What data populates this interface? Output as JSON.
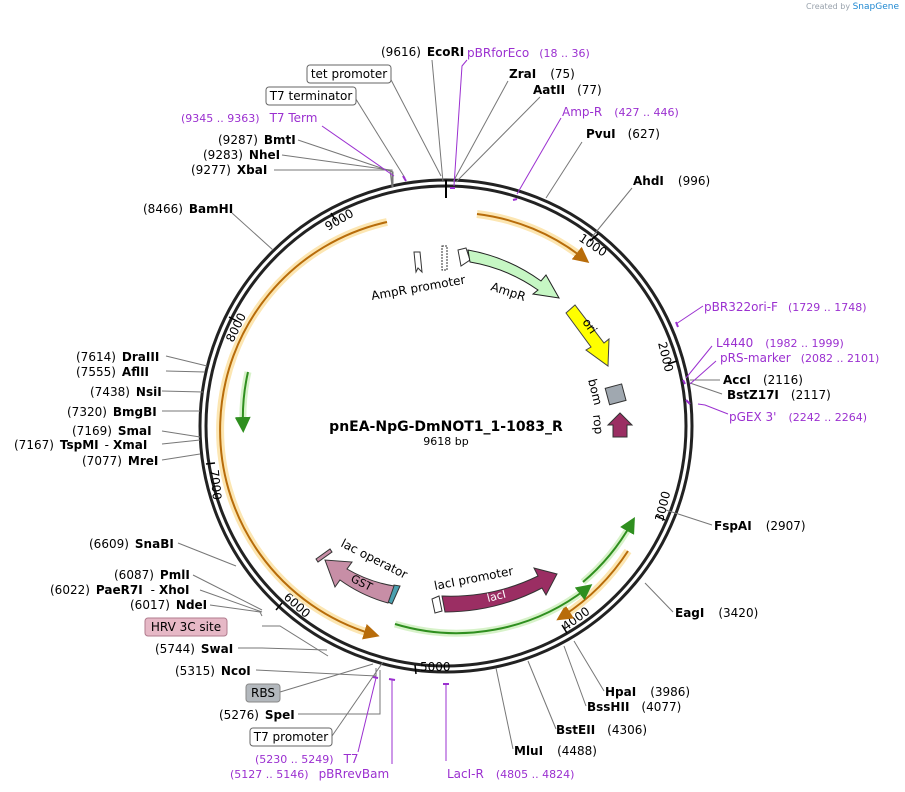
{
  "credit": {
    "prefix": "Created by",
    "brand": "SnapGene"
  },
  "plasmid": {
    "name": "pnEA-NpG-DmNOT1_1-1083_R",
    "size_label": "9618 bp"
  },
  "ticks": [
    "1000",
    "2000",
    "3000",
    "4000",
    "5000",
    "6000",
    "7000",
    "8000",
    "9000"
  ],
  "sites": [
    {
      "pos": "(9616)",
      "name": "EcoRI"
    },
    {
      "pos": "(75)",
      "name": "ZraI"
    },
    {
      "pos": "(77)",
      "name": "AatII"
    },
    {
      "pos": "(627)",
      "name": "PvuI"
    },
    {
      "pos": "(996)",
      "name": "AhdI"
    },
    {
      "pos": "(2116)",
      "name": "AccI"
    },
    {
      "pos": "(2117)",
      "name": "BstZ17I"
    },
    {
      "pos": "(2907)",
      "name": "FspAI"
    },
    {
      "pos": "(3420)",
      "name": "EagI"
    },
    {
      "pos": "(3986)",
      "name": "HpaI"
    },
    {
      "pos": "(4077)",
      "name": "BssHII"
    },
    {
      "pos": "(4306)",
      "name": "BstEII"
    },
    {
      "pos": "(4488)",
      "name": "MluI"
    },
    {
      "pos": "(5276)",
      "name": "SpeI"
    },
    {
      "pos": "(5315)",
      "name": "NcoI"
    },
    {
      "pos": "(5744)",
      "name": "SwaI"
    },
    {
      "pos": "(6017)",
      "name": "NdeI"
    },
    {
      "pos": "(6022)",
      "name": "PaeR7I"
    },
    {
      "pos": "",
      "name": "XhoI"
    },
    {
      "pos": "(6087)",
      "name": "PmlI"
    },
    {
      "pos": "(6609)",
      "name": "SnaBI"
    },
    {
      "pos": "(7077)",
      "name": "MreI"
    },
    {
      "pos": "(7167)",
      "name": "TspMI"
    },
    {
      "pos": "",
      "name": "XmaI"
    },
    {
      "pos": "(7169)",
      "name": "SmaI"
    },
    {
      "pos": "(7320)",
      "name": "BmgBI"
    },
    {
      "pos": "(7438)",
      "name": "NsiI"
    },
    {
      "pos": "(7555)",
      "name": "AflII"
    },
    {
      "pos": "(7614)",
      "name": "DraIII"
    },
    {
      "pos": "(8466)",
      "name": "BamHI"
    },
    {
      "pos": "(9277)",
      "name": "XbaI"
    },
    {
      "pos": "(9283)",
      "name": "NheI"
    },
    {
      "pos": "(9287)",
      "name": "BmtI"
    }
  ],
  "primers": [
    {
      "name": "pBRforEco",
      "range": "(18 .. 36)"
    },
    {
      "name": "Amp-R",
      "range": "(427 .. 446)"
    },
    {
      "name": "pBR322ori-F",
      "range": "(1729 .. 1748)"
    },
    {
      "name": "L4440",
      "range": "(1982 .. 1999)"
    },
    {
      "name": "pRS-marker",
      "range": "(2082 .. 2101)"
    },
    {
      "name": "pGEX 3'",
      "range": "(2242 .. 2264)"
    },
    {
      "name": "LacI-R",
      "range": "(4805 .. 4824)"
    },
    {
      "name": "pBRrevBam",
      "range": "(5127 .. 5146)"
    },
    {
      "name": "T7",
      "range": "(5230 .. 5249)"
    },
    {
      "name": "T7 Term",
      "range": "(9345 .. 9363)"
    }
  ],
  "boxed_labels": [
    "tet promoter",
    "T7 terminator",
    "HRV 3C site",
    "RBS",
    "T7 promoter"
  ],
  "features": {
    "ampr_promoter": "AmpR promoter",
    "ampr": "AmpR",
    "ori": "ori",
    "bom": "bom",
    "rop": "rop",
    "lac_operator": "lac operator",
    "gst": "GST",
    "laci_promoter": "lacI promoter",
    "laci": "lacI"
  },
  "colors": {
    "ampr": "#c6f7c4",
    "ori": "#ffff00",
    "bom": "#a0a8b0",
    "rop": "#9b2e63",
    "laci": "#9b2e63",
    "gst": "#c78ea6",
    "orf_green": "#2f8f1f",
    "orf_orange": "#c07810",
    "primer": "#9b30d0"
  }
}
